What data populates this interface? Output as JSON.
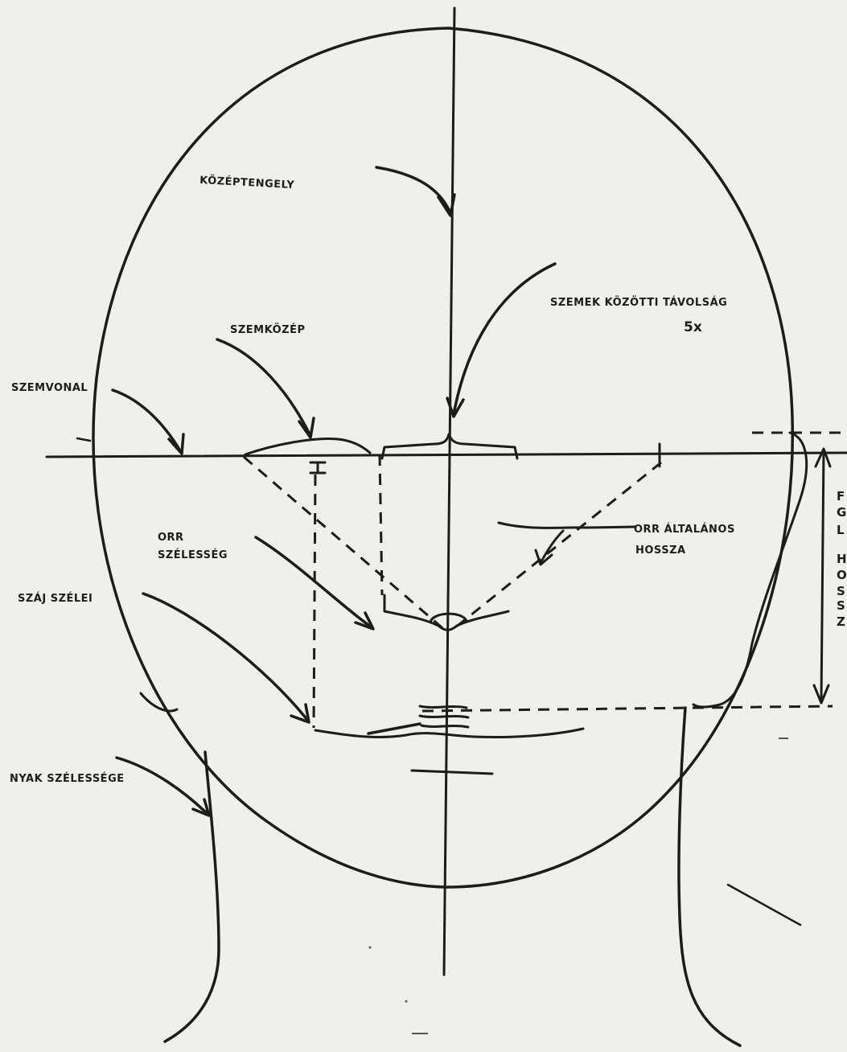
{
  "colors": {
    "paper": "#efefec",
    "ink": "#1c1c1c"
  },
  "labels": {
    "center_axis": "KÖZÉPTENGELY",
    "eye_distance": "SZEMEK KÖZÖTTI TÁVOLSÁG",
    "eye_distance_multiplier": "5x",
    "eye_center": "SZEMKÖZÉP",
    "eye_line": "SZEMVONAL",
    "nose_width_line1": "ORR",
    "nose_width_line2": "SZÉLESSÉG",
    "nose_length_line1": "ORR ÁLTALÁNOS",
    "nose_length_line2": "HOSSZA",
    "mouth_corners": "SZÁJ SZÉLEI",
    "neck_width": "NYAK SZÉLESSÉGE"
  },
  "cropped_margin_letters": [
    "F",
    "G",
    "L",
    "H",
    "O",
    "S",
    "S",
    "Z"
  ],
  "icons": {
    "arrows": "curved-pointer-arrow",
    "measure": "double-headed-arrow"
  }
}
